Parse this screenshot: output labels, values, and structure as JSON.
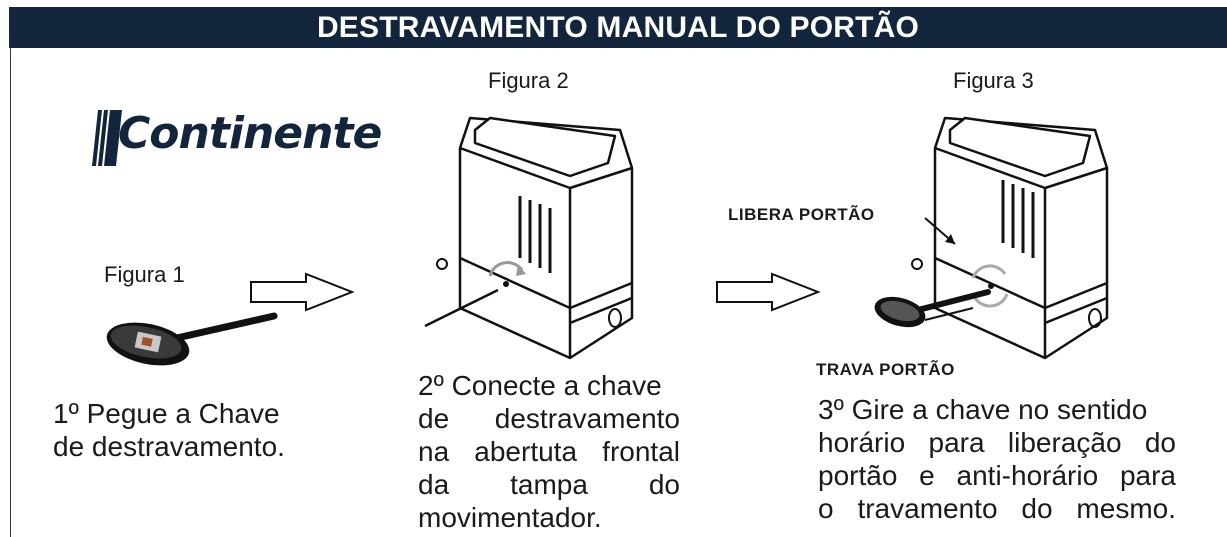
{
  "header": {
    "title": "DESTRAVAMENTO MANUAL DO PORTÃO"
  },
  "brand": {
    "name": "Continente",
    "color": "#13253c"
  },
  "figures": {
    "fig1": "Figura 1",
    "fig2": "Figura 2",
    "fig3": "Figura 3"
  },
  "callouts": {
    "release": "LIBERA PORTÃO",
    "lock": "TRAVA PORTÃO"
  },
  "steps": {
    "step1": [
      "1º Pegue a Chave",
      "de destravamento."
    ],
    "step2": [
      "2º Conecte a chave",
      "de destravamento",
      "na abertuta frontal",
      "da tampa do",
      "movimentador."
    ],
    "step3": [
      "3º Gire a chave no sentido",
      "horário para liberação do",
      "portão e anti-horário para",
      "o travamento do mesmo."
    ]
  },
  "icons": [
    "logo-stripes-icon",
    "key-icon",
    "arrow-right-icon",
    "motor-housing-icon",
    "rotate-clockwise-icon",
    "rotate-both-icon"
  ],
  "colors": {
    "header_bg": "#13253c",
    "header_text": "#ffffff"
  }
}
